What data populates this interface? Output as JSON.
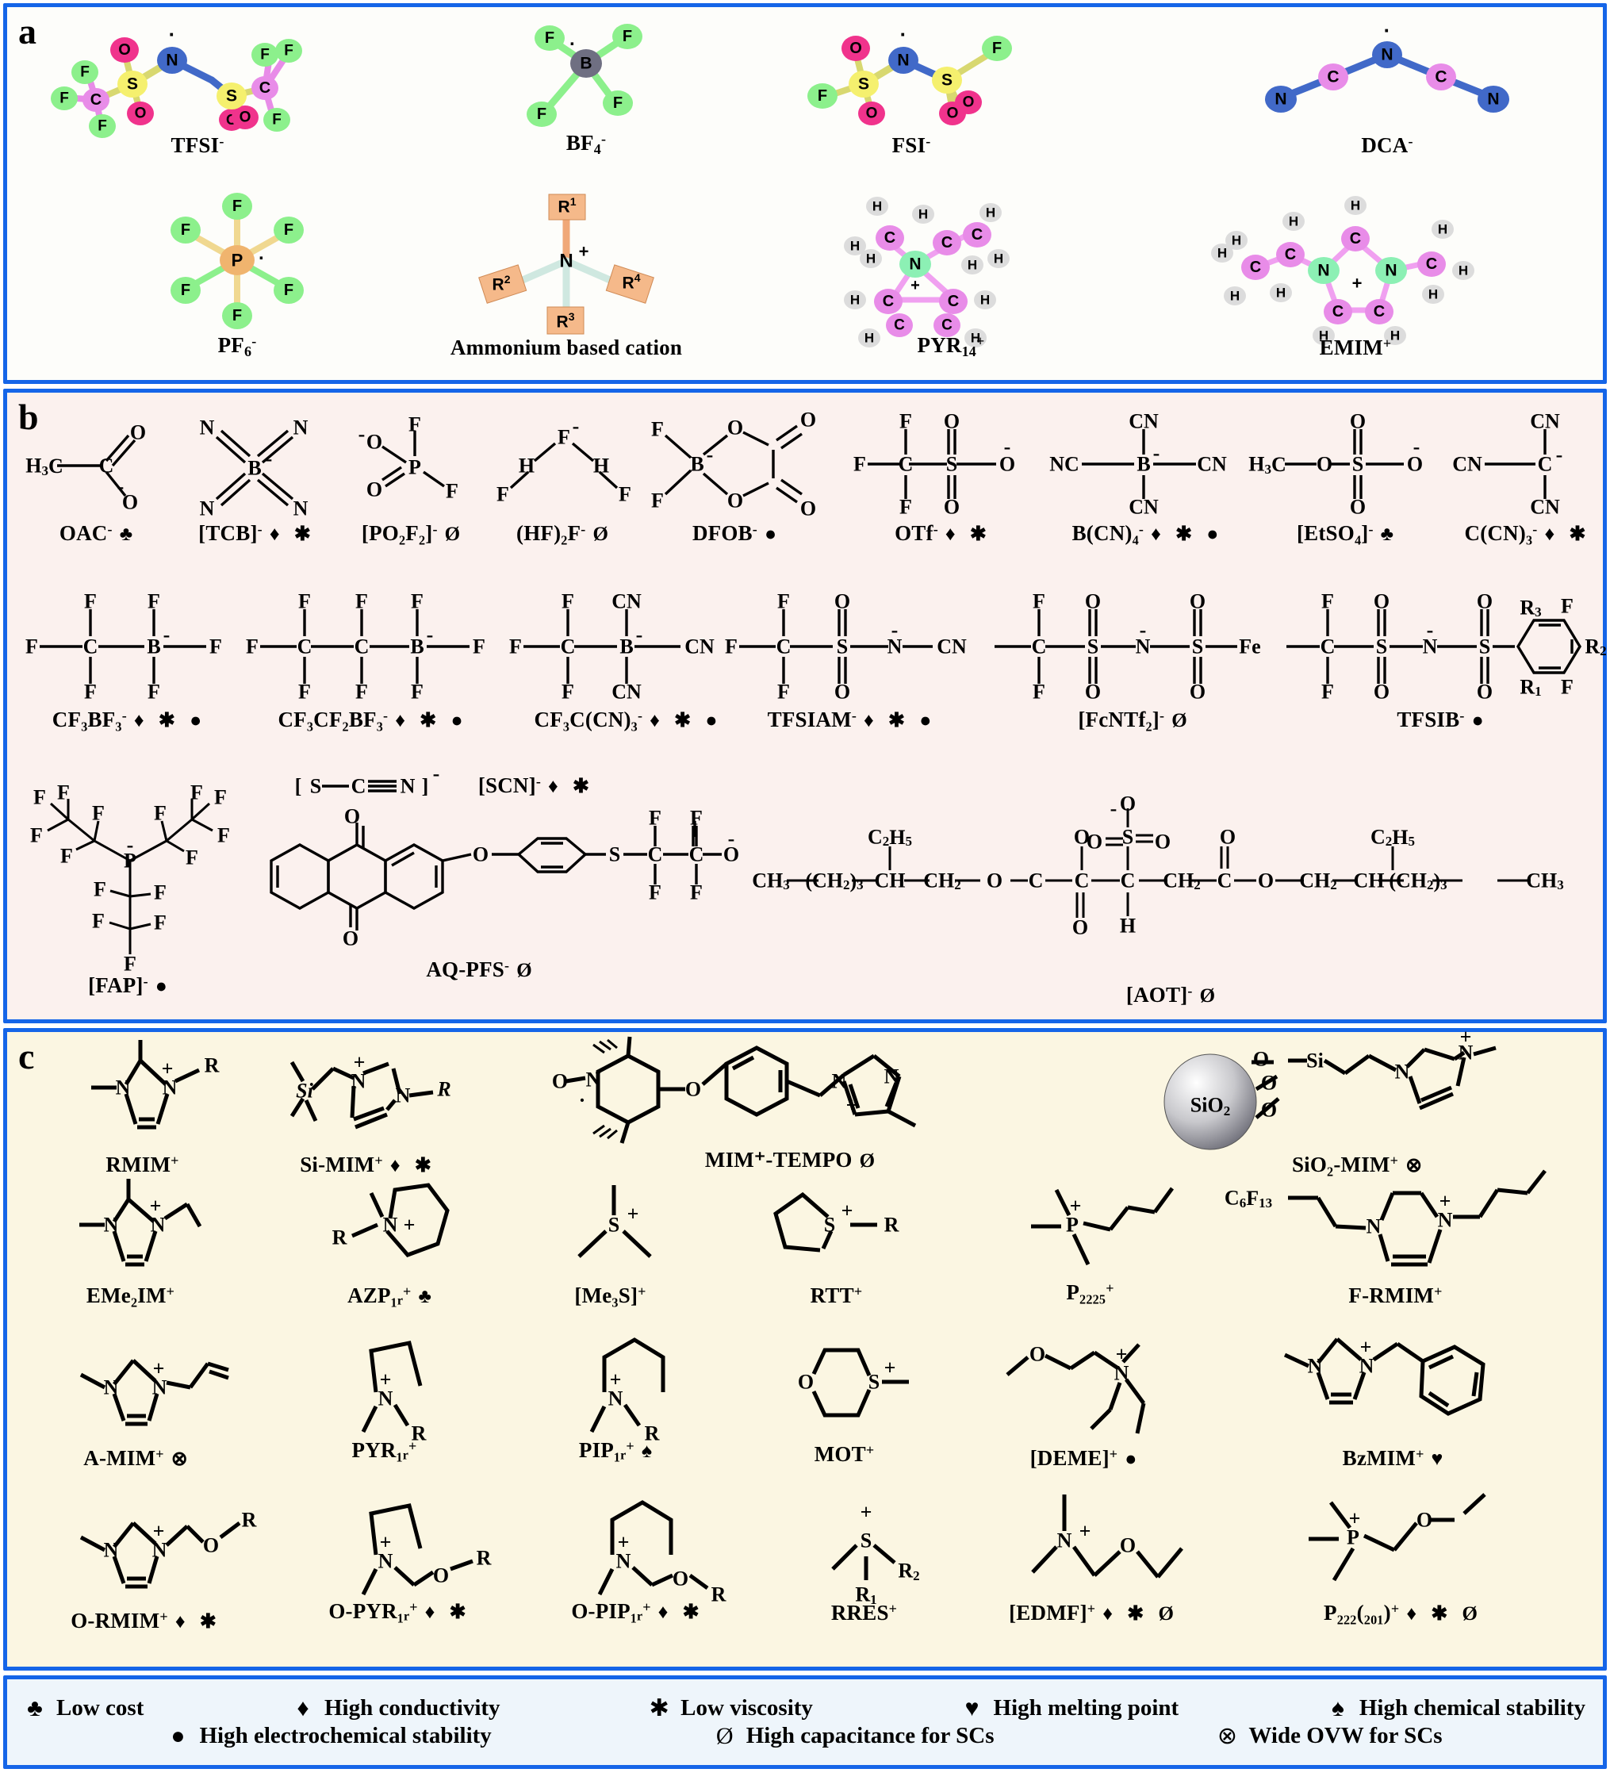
{
  "figure": {
    "panels": [
      {
        "id": "a",
        "letter": "a"
      },
      {
        "id": "b",
        "letter": "b"
      },
      {
        "id": "c",
        "letter": "c"
      }
    ]
  },
  "panel_a": {
    "letter": "a",
    "molecules": [
      {
        "name": "TFSI",
        "charge": "-",
        "label": "TFSI",
        "sup": "-",
        "atoms": [
          "O",
          "S",
          "N",
          "S",
          "O",
          "O",
          "O",
          "C",
          "C",
          "F",
          "F",
          "F",
          "F",
          "F",
          "F"
        ]
      },
      {
        "name": "BF4",
        "label": "BF",
        "sub": "4",
        "sup": "-",
        "atoms": [
          "B",
          "F",
          "F",
          "F",
          "F"
        ]
      },
      {
        "name": "FSI",
        "label": "FSI",
        "sup": "-",
        "atoms": [
          "O",
          "S",
          "N",
          "S",
          "O",
          "O",
          "O",
          "F",
          "F"
        ]
      },
      {
        "name": "DCA",
        "label": "DCA",
        "sup": "-",
        "atoms": [
          "N",
          "C",
          "C",
          "N",
          "N"
        ]
      },
      {
        "name": "PF6",
        "label": "PF",
        "sub": "6",
        "sup": "-",
        "atoms": [
          "P",
          "F",
          "F",
          "F",
          "F",
          "F",
          "F"
        ]
      },
      {
        "name": "ammonium",
        "label": "Ammonium based cation",
        "r_groups": [
          "R1",
          "R2",
          "R3",
          "R4"
        ],
        "center": "N+"
      },
      {
        "name": "PYR14",
        "label": "PYR",
        "sub": "14",
        "sup": "+",
        "atoms": [
          "N",
          "C",
          "C",
          "C",
          "C",
          "C",
          "C",
          "H"
        ]
      },
      {
        "name": "EMIM",
        "label": "EMIM",
        "sup": "+",
        "atoms": [
          "N",
          "N",
          "C",
          "C",
          "C",
          "C",
          "C",
          "H"
        ]
      }
    ]
  },
  "panel_b": {
    "letter": "b",
    "row1": [
      {
        "label": "OAC",
        "sup": "-",
        "symbols": "♣",
        "formula": "H3C-C(=O)-O-"
      },
      {
        "label": "[TCB]",
        "sup": "-",
        "symbols": "♦ ✱",
        "formula": "B(CN)4 tetracyanoborate"
      },
      {
        "label": "[PO₂F₂]",
        "sup": "-",
        "symbols": "Ø",
        "formula": "difluorophosphate"
      },
      {
        "label": "(HF)₂F",
        "sup": "-",
        "symbols": "Ø",
        "formula": "bifluoride"
      },
      {
        "label": "DFOB",
        "sup": "-",
        "symbols": "●",
        "formula": "difluoro oxalato borate"
      },
      {
        "label": "OTf",
        "sup": "-",
        "symbols": "♦ ✱",
        "formula": "triflate"
      },
      {
        "label": "B(CN)₄",
        "sup": "-",
        "symbols": "♦ ✱ ●",
        "formula": "tetracyanoborate"
      },
      {
        "label": "[EtSO₄]",
        "sup": "-",
        "symbols": "♣",
        "formula": "ethyl sulfate"
      },
      {
        "label": "C(CN)₃",
        "sup": "-",
        "symbols": "♦ ✱",
        "formula": "tricyanomethanide"
      }
    ],
    "row2": [
      {
        "label": "CF₃BF₃",
        "sup": "-",
        "symbols": "♦ ✱ ●"
      },
      {
        "label": "CF₃CF₂BF₃",
        "sup": "-",
        "symbols": "♦ ✱ ●"
      },
      {
        "label": "CF₃C(CN)₃",
        "sup": "-",
        "symbols": "♦ ✱ ●"
      },
      {
        "label": "TFSIAM",
        "sup": "-",
        "symbols": "♦ ✱ ●"
      },
      {
        "label": "[FcNTf₂]",
        "sup": "-",
        "symbols": "Ø"
      },
      {
        "label": "TFSIB",
        "sup": "-",
        "symbols": "●"
      }
    ],
    "row3": [
      {
        "label": "[FAP]",
        "sup": "-",
        "symbols": "●"
      },
      {
        "label": "[SCN]",
        "sup": "-",
        "symbols": "♦ ✱",
        "inline_formula": "[S—C≡N]⁻"
      },
      {
        "label": "AQ-PFS",
        "sup": "-",
        "symbols": "Ø"
      },
      {
        "label": "[AOT]",
        "sup": "-",
        "symbols": "Ø"
      }
    ]
  },
  "panel_c": {
    "letter": "c",
    "row1": [
      {
        "label": "RMIM",
        "sup": "+",
        "symbols": ""
      },
      {
        "label": "Si-MIM",
        "sup": "+",
        "symbols": "♦ ✱"
      },
      {
        "label": "MIM⁺-TEMPO",
        "sup": "",
        "symbols": "Ø"
      },
      {
        "label": "SiO₂-MIM",
        "sup": "+",
        "symbols": "⊗",
        "sphere_label": "SiO₂"
      }
    ],
    "row2": [
      {
        "label": "EMe₂IM",
        "sup": "+",
        "symbols": ""
      },
      {
        "label": "AZP₁ᵣ",
        "sup": "+",
        "symbols": "♣"
      },
      {
        "label": "[Me₃S]",
        "sup": "+",
        "symbols": ""
      },
      {
        "label": "RTT",
        "sup": "+",
        "symbols": ""
      },
      {
        "label": "P₂₂₂₅",
        "sup": "+",
        "symbols": ""
      },
      {
        "label": "F-RMIM",
        "sup": "+",
        "symbols": "",
        "chain": "C₆F₁₃"
      }
    ],
    "row3": [
      {
        "label": "A-MIM",
        "sup": "+",
        "symbols": "⊗"
      },
      {
        "label": "PYR₁ᵣ",
        "sup": "+",
        "symbols": ""
      },
      {
        "label": "PIP₁ᵣ",
        "sup": "+",
        "symbols": "♠"
      },
      {
        "label": "MOT",
        "sup": "+",
        "symbols": ""
      },
      {
        "label": "[DEME]",
        "sup": "+",
        "symbols": "●"
      },
      {
        "label": "BzMIM",
        "sup": "+",
        "symbols": "♥"
      }
    ],
    "row4": [
      {
        "label": "O-RMIM",
        "sup": "+",
        "symbols": "♦ ✱"
      },
      {
        "label": "O-PYR₁ᵣ",
        "sup": "+",
        "symbols": "♦ ✱"
      },
      {
        "label": "O-PIP₁ᵣ",
        "sup": "+",
        "symbols": "♦ ✱"
      },
      {
        "label": "RRES",
        "sup": "+",
        "symbols": ""
      },
      {
        "label": "[EDMF]",
        "sup": "+",
        "symbols": "♦ ✱ Ø"
      },
      {
        "label": "P₂₂₂(₂₀₁)",
        "sup": "+",
        "symbols": "♦ ✱ Ø"
      }
    ]
  },
  "legend": {
    "row1": [
      {
        "symbol": "♣",
        "text": "Low cost"
      },
      {
        "symbol": "♦",
        "text": "High conductivity"
      },
      {
        "symbol": "✱",
        "text": "Low viscosity"
      },
      {
        "symbol": "♥",
        "text": "High melting point"
      },
      {
        "symbol": "♠",
        "text": "High chemical stability"
      }
    ],
    "row2": [
      {
        "symbol": "●",
        "text": "High electrochemical stability"
      },
      {
        "symbol": "Ø",
        "text": "High capacitance for SCs"
      },
      {
        "symbol": "⊗",
        "text": "Wide OVW for SCs"
      }
    ]
  },
  "colors": {
    "border": "#1565e8",
    "panel_a_bg": "#fdfdfa",
    "panel_b_bg": "#fbf1ee",
    "panel_c_bg": "#fbf6e2",
    "legend_bg": "#eef5fb",
    "fluorine": "#8cf08c",
    "oxygen": "#f0338c",
    "sulfur": "#f5f06e",
    "nitrogen": "#4169c8",
    "carbon": "#e88ce8",
    "boron": "#7a7a8c",
    "phosphorus": "#f0b46e",
    "hydrogen": "#d8d8d8",
    "nitrogen_cation": "#8cf0b4",
    "rgroup": "#f0a878"
  }
}
